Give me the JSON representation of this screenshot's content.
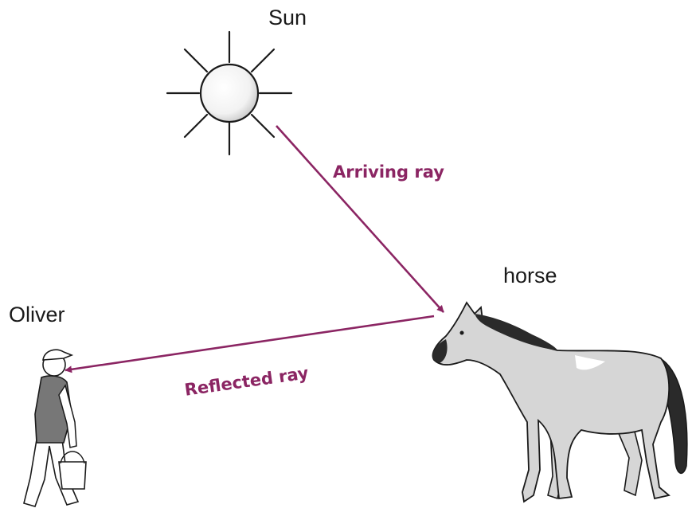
{
  "labels": {
    "sun": "Sun",
    "horse": "horse",
    "observer": "Oliver",
    "arriving_ray": "Arriving ray",
    "reflected_ray": "Reflected ray"
  },
  "colors": {
    "ray": "#8b2563",
    "line_art": "#1a1a1a",
    "horse_body": "#d6d6d6",
    "horse_mane": "#2a2a2a",
    "shirt": "#777777"
  },
  "icons": [
    "sun-icon",
    "horse-icon",
    "person-icon"
  ]
}
